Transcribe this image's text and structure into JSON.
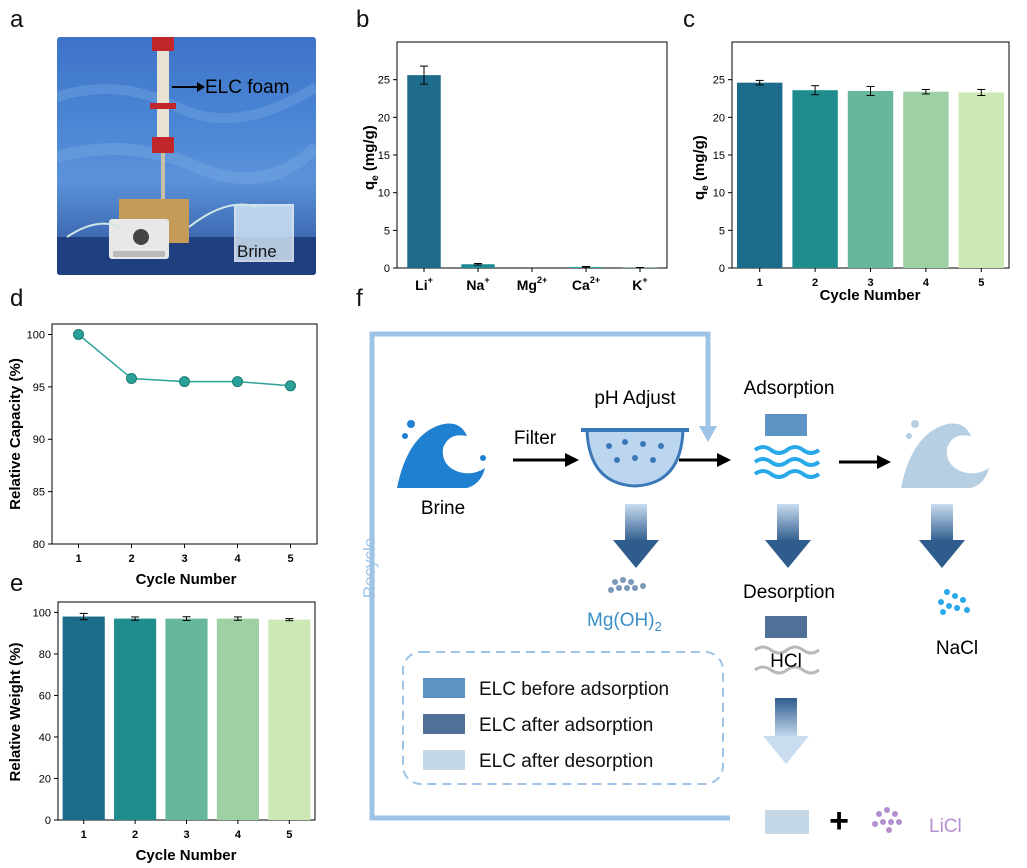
{
  "panels": {
    "a": {
      "letter": "a",
      "labels": {
        "foam": "ELC foam",
        "brine": "Brine"
      }
    },
    "b": {
      "letter": "b",
      "chart_data": {
        "type": "bar",
        "categories": [
          "Li+",
          "Na+",
          "Mg2+",
          "Ca2+",
          "K+"
        ],
        "category_labels": [
          {
            "base": "Li",
            "sup": "+"
          },
          {
            "base": "Na",
            "sup": "+"
          },
          {
            "base": "Mg",
            "sup": "2+"
          },
          {
            "base": "Ca",
            "sup": "2+"
          },
          {
            "base": "K",
            "sup": "+"
          }
        ],
        "values": [
          25.6,
          0.5,
          0.0,
          0.15,
          0.05
        ],
        "errors": [
          1.2,
          0.1,
          0.0,
          0.05,
          0.02
        ],
        "ylabel_base": "q",
        "ylabel_sub": "e",
        "ylabel_unit": " (mg/g)",
        "ylim": [
          0,
          30
        ],
        "yticks": [
          0,
          5,
          10,
          15,
          20,
          25
        ],
        "colors": [
          "#1f6b8c",
          "#1f8a94",
          "#2a9994",
          "#35a69a",
          "#3aa7a1"
        ]
      }
    },
    "c": {
      "letter": "c",
      "chart_data": {
        "type": "bar",
        "categories": [
          "1",
          "2",
          "3",
          "4",
          "5"
        ],
        "values": [
          24.6,
          23.6,
          23.5,
          23.4,
          23.3
        ],
        "errors": [
          0.3,
          0.6,
          0.6,
          0.3,
          0.4
        ],
        "xlabel": "Cycle Number",
        "ylabel_base": "q",
        "ylabel_sub": "e",
        "ylabel_unit": " (mg/g)",
        "ylim": [
          0,
          30
        ],
        "yticks": [
          0,
          5,
          10,
          15,
          20,
          25
        ],
        "colors": [
          "#1d6b8a",
          "#1f8d8e",
          "#67b79b",
          "#9dd1a4",
          "#cde8b4"
        ]
      }
    },
    "d": {
      "letter": "d",
      "chart_data": {
        "type": "line",
        "x": [
          1,
          2,
          3,
          4,
          5
        ],
        "y": [
          100,
          95.8,
          95.5,
          95.5,
          95.1
        ],
        "xlabel": "Cycle Number",
        "ylabel": "Relative Capacity (%)",
        "xticks": [
          "1",
          "2",
          "3",
          "4",
          "5"
        ],
        "ylim": [
          80,
          101
        ],
        "yticks": [
          80,
          85,
          90,
          95,
          100
        ],
        "color": "#2aa198"
      }
    },
    "e": {
      "letter": "e",
      "chart_data": {
        "type": "bar",
        "categories": [
          "1",
          "2",
          "3",
          "4",
          "5"
        ],
        "values": [
          98,
          97,
          97,
          97,
          96.5
        ],
        "errors": [
          1.5,
          0.8,
          0.9,
          0.8,
          0.5
        ],
        "xlabel": "Cycle Number",
        "ylabel": "Relative Weight (%)",
        "ylim": [
          0,
          105
        ],
        "yticks": [
          0,
          20,
          40,
          60,
          80,
          100
        ],
        "colors": [
          "#1d6b8a",
          "#1f8d8e",
          "#67b79b",
          "#9dd1a4",
          "#cde8b4"
        ]
      }
    },
    "f": {
      "letter": "f",
      "labels": {
        "recycle": "Recycle",
        "brine": "Brine",
        "filter": "Filter",
        "ph_adjust": "pH Adjust",
        "adsorption": "Adsorption",
        "desorption": "Desorption",
        "mgoh2_base": "Mg(OH)",
        "mgoh2_sub": "2",
        "hcl": "HCl",
        "nacl": "NaCl",
        "licl": "LiCl",
        "plus": "+"
      },
      "legend": [
        {
          "label": "ELC before adsorption",
          "color": "#5e93c6"
        },
        {
          "label": "ELC after adsorption",
          "color": "#4f7197"
        },
        {
          "label": "ELC after desorption",
          "color": "#c4d8e8"
        }
      ],
      "colors": {
        "recycle_line": "#9dc3e6",
        "wave_blue": "#1f7fd0",
        "wave_faded": "#b7cfe3",
        "arrow_dark": "#2e5c8c",
        "water_lines": "#29a9ea",
        "licl_text": "#b48fd0",
        "mg_text": "#3a8fc7"
      }
    }
  }
}
